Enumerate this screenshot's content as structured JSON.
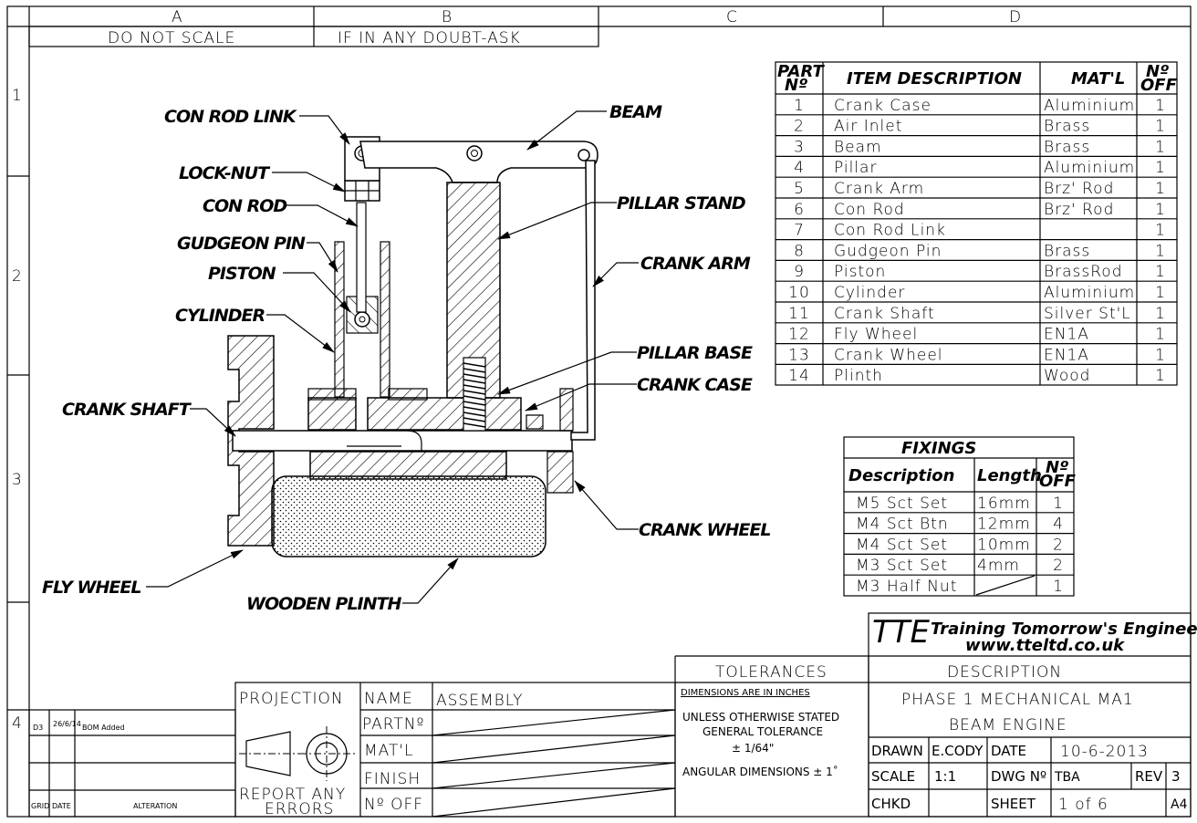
{
  "grid": {
    "cols": [
      "A",
      "B",
      "C",
      "D"
    ],
    "rows": [
      "1",
      "2",
      "3",
      "4"
    ]
  },
  "header": {
    "do_not_scale": "DO NOT SCALE",
    "if_doubt": "IF IN ANY DOUBT-ASK"
  },
  "labels": {
    "con_rod_link": "CON ROD LINK",
    "lock_nut": "LOCK-NUT",
    "con_rod": "CON ROD",
    "gudgeon_pin": "GUDGEON PIN",
    "piston": "PISTON",
    "cylinder": "CYLINDER",
    "crank_shaft": "CRANK SHAFT",
    "fly_wheel": "FLY WHEEL",
    "wooden_plinth": "WOODEN PLINTH",
    "beam": "BEAM",
    "pillar_stand": "PILLAR STAND",
    "crank_arm": "CRANK ARM",
    "pillar_base": "PILLAR BASE",
    "crank_case": "CRANK CASE",
    "crank_wheel": "CRANK WHEEL"
  },
  "parts_table": {
    "headers": {
      "part_no_a": "PART",
      "part_no_b": "Nº",
      "item": "ITEM DESCRIPTION",
      "matl": "MAT'L",
      "off_a": "Nº",
      "off_b": "OFF"
    },
    "rows": [
      {
        "no": "1",
        "item": "Crank Case",
        "matl": "Aluminium",
        "off": "1"
      },
      {
        "no": "2",
        "item": "Air Inlet",
        "matl": "Brass",
        "off": "1"
      },
      {
        "no": "3",
        "item": "Beam",
        "matl": "Brass",
        "off": "1"
      },
      {
        "no": "4",
        "item": "Pillar",
        "matl": "Aluminium",
        "off": "1"
      },
      {
        "no": "5",
        "item": "Crank Arm",
        "matl": "Brz' Rod",
        "off": "1"
      },
      {
        "no": "6",
        "item": "Con Rod",
        "matl": "Brz' Rod",
        "off": "1"
      },
      {
        "no": "7",
        "item": "Con Rod Link",
        "matl": "",
        "off": "1"
      },
      {
        "no": "8",
        "item": "Gudgeon Pin",
        "matl": "Brass",
        "off": "1"
      },
      {
        "no": "9",
        "item": "Piston",
        "matl": "BrassRod",
        "off": "1"
      },
      {
        "no": "10",
        "item": "Cylinder",
        "matl": "Aluminium",
        "off": "1"
      },
      {
        "no": "11",
        "item": "Crank Shaft",
        "matl": "Silver St'L",
        "off": "1"
      },
      {
        "no": "12",
        "item": "Fly Wheel",
        "matl": "EN1A",
        "off": "1"
      },
      {
        "no": "13",
        "item": "Crank Wheel",
        "matl": "EN1A",
        "off": "1"
      },
      {
        "no": "14",
        "item": "Plinth",
        "matl": "Wood",
        "off": "1"
      }
    ]
  },
  "fixings": {
    "title": "FIXINGS",
    "headers": {
      "desc": "Description",
      "length": "Length",
      "off_a": "Nº",
      "off_b": "OFF"
    },
    "rows": [
      {
        "desc": "M5 Sct Set",
        "length": "16mm",
        "off": "1"
      },
      {
        "desc": "M4 Sct Btn",
        "length": "12mm",
        "off": "4"
      },
      {
        "desc": "M4 Sct Set",
        "length": "10mm",
        "off": "2"
      },
      {
        "desc": "M3 Sct Set",
        "length": "4mm",
        "off": "2"
      },
      {
        "desc": "M3 Half Nut",
        "length": "",
        "off": "1"
      }
    ]
  },
  "title_block": {
    "logo": "TTE",
    "slogan": "Training Tomorrow's Engineers",
    "website": "www.tteltd.co.uk",
    "tolerances": "TOLERANCES",
    "dims_inches": "DIMENSIONS ARE IN INCHES",
    "unless_1": "UNLESS OTHERWISE STATED",
    "unless_2": "GENERAL TOLERANCE",
    "tol_value": "± 1/64\"",
    "angular": "ANGULAR DIMENSIONS ± 1˚",
    "description_label": "DESCRIPTION",
    "desc_line1": "PHASE 1 MECHANICAL MA1",
    "desc_line2": "BEAM ENGINE",
    "drawn_label": "DRAWN",
    "drawn_value": "E.CODY",
    "date_label": "DATE",
    "date_value": "10-6-2013",
    "scale_label": "SCALE",
    "scale_value": "1:1",
    "dwg_label": "DWG Nº",
    "dwg_value": "TBA",
    "rev_label": "REV",
    "rev_value": "3",
    "chkd_label": "CHKD",
    "sheet_label": "SHEET",
    "sheet_value": "1 of 6",
    "size": "A4",
    "projection": "PROJECTION",
    "report_1": "REPORT ANY",
    "report_2": "ERRORS",
    "name_label": "NAME",
    "name_value": "ASSEMBLY",
    "partno_label": "PARTNº",
    "matl_label": "MAT'L",
    "finish_label": "FINISH",
    "nooff_label": "Nº OFF"
  },
  "revisions": {
    "row": {
      "grid": "D3",
      "date": "26/6/14",
      "alteration": "BOM Added"
    },
    "header": {
      "grid": "GRID",
      "date": "DATE",
      "alteration": "ALTERATION"
    }
  }
}
